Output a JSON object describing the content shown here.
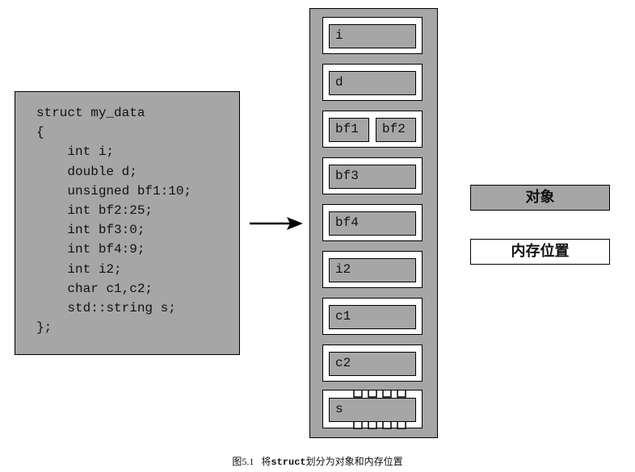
{
  "code_lines": [
    "struct my_data",
    "{",
    "    int i;",
    "    double d;",
    "    unsigned bf1:10;",
    "    int bf2:25;",
    "    int bf3:0;",
    "    int bf4:9;",
    "    int i2;",
    "    char c1,c2;",
    "    std::string s;",
    "};"
  ],
  "memory_slots": [
    {
      "labels": [
        "i"
      ]
    },
    {
      "labels": [
        "d"
      ]
    },
    {
      "labels": [
        "bf1",
        "bf2"
      ]
    },
    {
      "labels": [
        "bf3"
      ]
    },
    {
      "labels": [
        "bf4"
      ]
    },
    {
      "labels": [
        "i2"
      ]
    },
    {
      "labels": [
        "c1"
      ]
    },
    {
      "labels": [
        "c2"
      ]
    },
    {
      "labels": [
        "s"
      ]
    }
  ],
  "legend": {
    "object": "对象",
    "memory_location": "内存位置"
  },
  "caption": {
    "figure": "图5.1",
    "before": "将",
    "code": "struct",
    "after": "划分为对象和内存位置"
  },
  "colors": {
    "object_fill": "#a6a6a6",
    "memory_fill": "#ffffff",
    "outline": "#000000"
  }
}
